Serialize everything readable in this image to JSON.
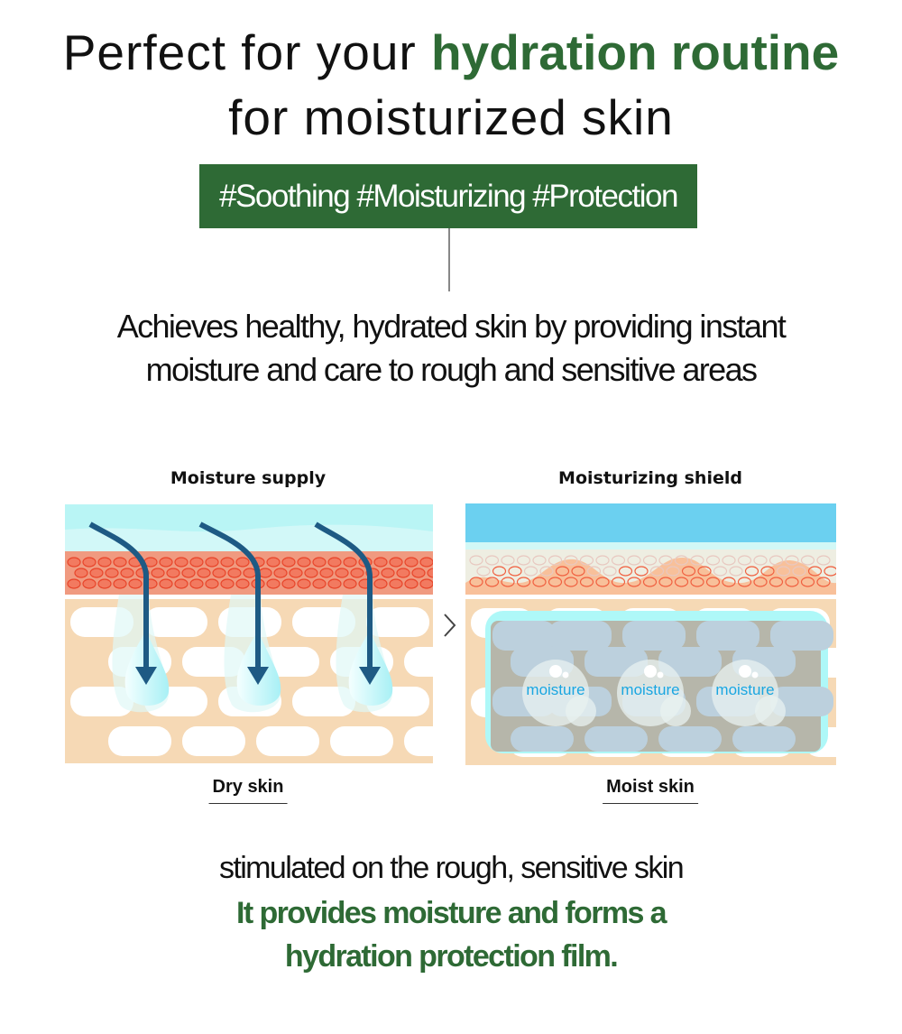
{
  "headline": {
    "line1_prefix": "Perfect for your ",
    "line1_highlight": "hydration routine",
    "line2": "for moisturized skin"
  },
  "tags": "#Soothing #Moisturizing #Protection",
  "description": {
    "line1": "Achieves healthy, hydrated skin by providing instant",
    "line2": "moisture and care to rough and sensitive areas"
  },
  "diagram": {
    "left": {
      "title": "Moisture supply",
      "caption": "Dry skin"
    },
    "right": {
      "title": "Moisturizing shield",
      "caption": "Moist skin",
      "bubble_label": "moisture"
    },
    "arrow_icon": "chevron-right-icon"
  },
  "summary": {
    "line1": "stimulated on the rough, sensitive skin",
    "line2": "It provides moisture and forms a",
    "line3": "hydration protection film."
  },
  "colors": {
    "brand_green": "#2e6a35",
    "moisture_blue": "#1aa6e0",
    "arrow_blue": "#1e5a84"
  }
}
